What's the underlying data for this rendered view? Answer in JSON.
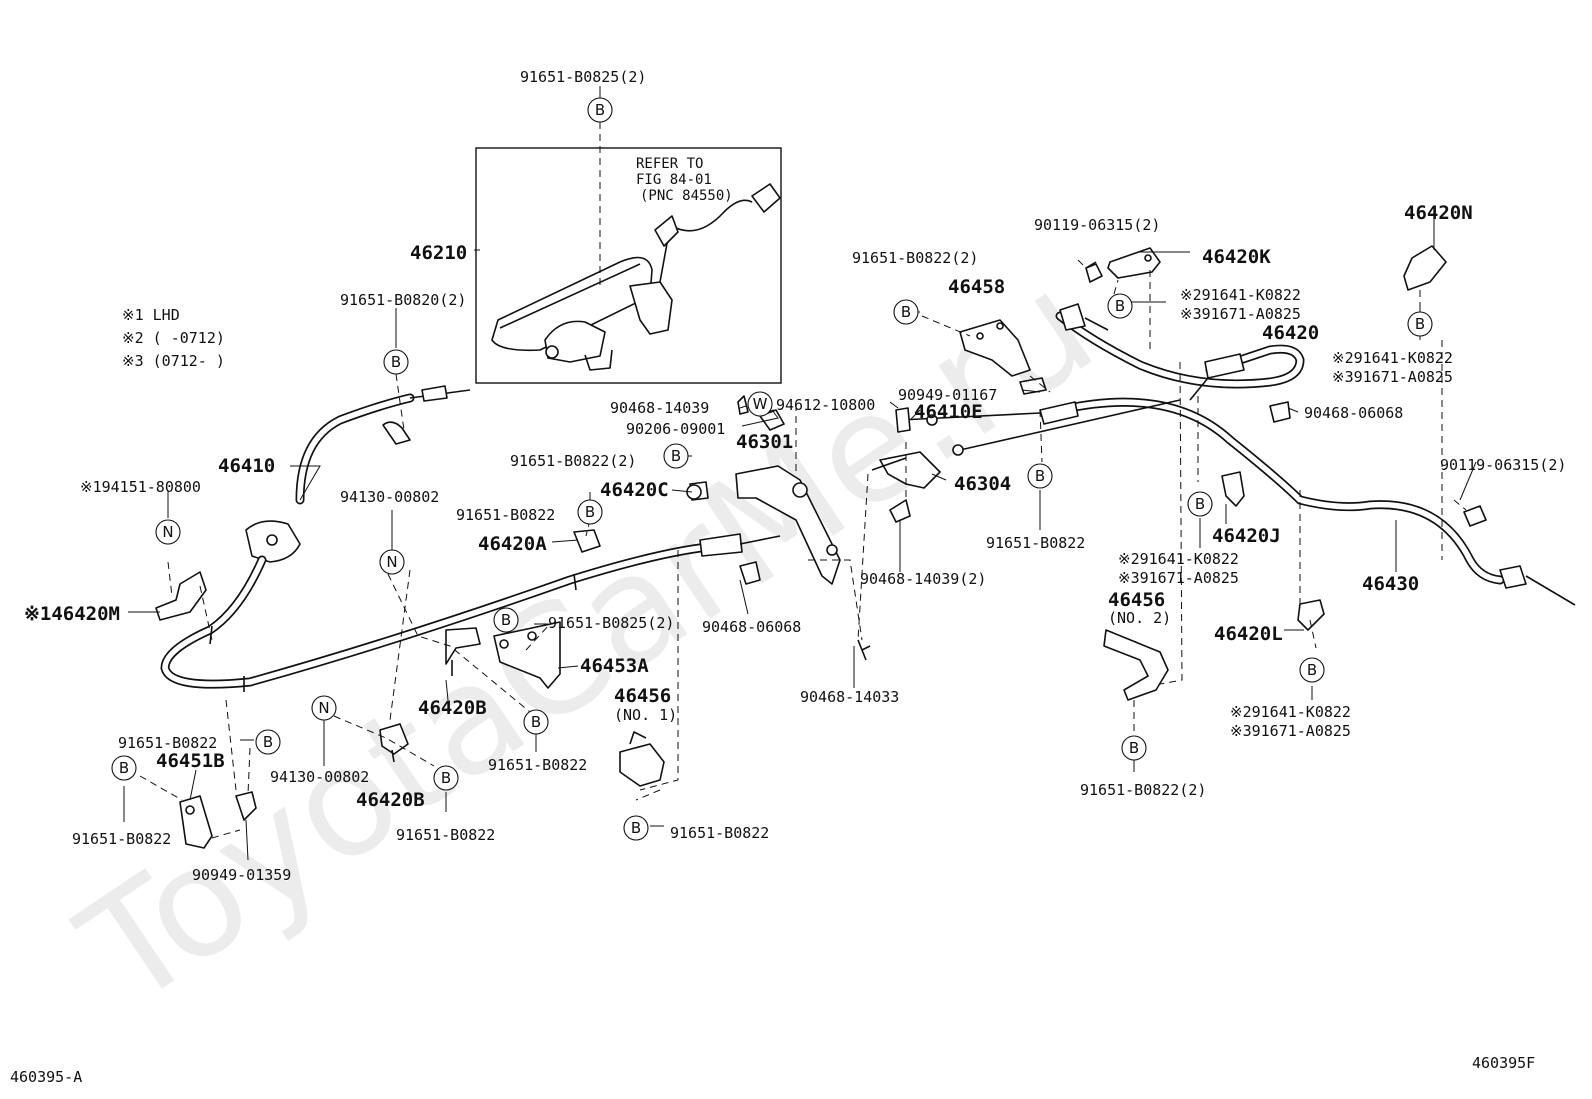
{
  "watermark": "ToyotaCarMe.ru",
  "legend": {
    "line1": "※1 LHD",
    "line2": "※2 (     -0712)",
    "line3": "※3 (0712-     )"
  },
  "refer_box": {
    "line1": "REFER TO",
    "line2": "FIG 84-01",
    "line3": "(PNC 84550)"
  },
  "footer": {
    "left_code": "460395-A",
    "right_code": "460395F"
  },
  "callout_letters": {
    "B": "B",
    "N": "N",
    "W": "W"
  },
  "labels": {
    "p_91651_B0825_2_top": "91651-B0825(2)",
    "p_46210": "46210",
    "p_91651_B0820_2": "91651-B0820(2)",
    "p_46410": "46410",
    "p_94151_80800": "※194151-80800",
    "p_46420M": "※146420M",
    "p_94130_00802_a": "94130-00802",
    "p_91651_B0822_2_a": "91651-B0822(2)",
    "p_91651_B0822_a": "91651-B0822",
    "p_46420A": "46420A",
    "p_46420C": "46420C",
    "p_90468_14039": "90468-14039",
    "p_90206_09001": "90206-09001",
    "p_94612_10800": "94612-10800",
    "p_46301": "46301",
    "p_91651_B0825_2_b": "91651-B0825(2)",
    "p_46453A": "46453A",
    "p_90468_06068_a": "90468-06068",
    "p_46420B_a": "46420B",
    "p_91651_B0822_b": "91651-B0822",
    "p_46456_no1": "46456",
    "p_no1": "(NO. 1)",
    "p_91651_B0822_c": "91651-B0822",
    "p_46451B": "46451B",
    "p_91651_B0822_d": "91651-B0822",
    "p_91651_B0822_e": "91651-B0822",
    "p_90949_01359": "90949-01359",
    "p_94130_00802_b": "94130-00802",
    "p_46420B_b": "46420B",
    "p_91651_B0822_f": "91651-B0822",
    "p_91651_B0822_g": "91651-B0822",
    "p_90468_14033": "90468-14033",
    "p_90468_14039_2": "90468-14039(2)",
    "p_91651_B0822_2_b": "91651-B0822(2)",
    "p_46458": "46458",
    "p_90949_01167": "90949-01167",
    "p_46410E": "46410E",
    "p_46304": "46304",
    "p_91651_B0822_h": "91651-B0822",
    "p_90119_06315_2_a": "90119-06315(2)",
    "p_46420K": "46420K",
    "p_91641_K0822_a": "※291641-K0822",
    "p_91671_A0825_a": "※391671-A0825",
    "p_46420": "46420",
    "p_90468_06068_b": "90468-06068",
    "p_46420J": "46420J",
    "p_91641_K0822_b": "※291641-K0822",
    "p_91671_A0825_b": "※391671-A0825",
    "p_46456_no2": "46456",
    "p_no2": "(NO. 2)",
    "p_91651_B0822_2_c": "91651-B0822(2)",
    "p_46420N": "46420N",
    "p_91641_K0822_c": "※291641-K0822",
    "p_91671_A0825_c": "※391671-A0825",
    "p_90119_06315_2_b": "90119-06315(2)",
    "p_46430": "46430",
    "p_46420L": "46420L",
    "p_91641_K0822_d": "※291641-K0822",
    "p_91671_A0825_d": "※391671-A0825"
  }
}
